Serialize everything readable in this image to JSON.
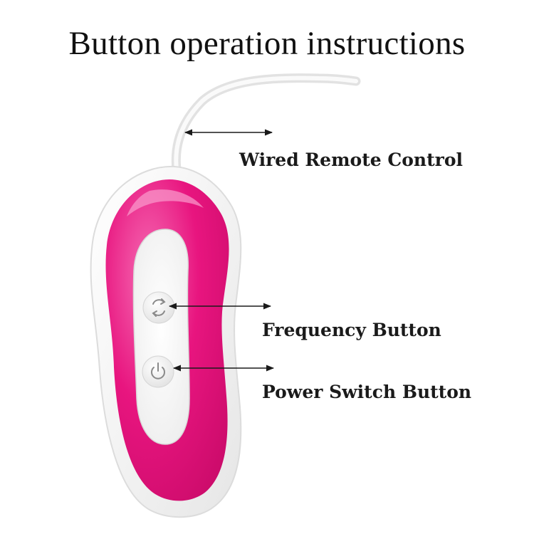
{
  "title": "Button operation instructions",
  "callouts": {
    "wired_remote": "Wired Remote Control",
    "frequency_button": "Frequency Button",
    "power_switch_button": "Power Switch Button"
  },
  "colors": {
    "body_pink": "#e8157f",
    "pink_highlight": "#f56bb3",
    "shell_white": "#f3f3f3",
    "cable_white": "#e9e9e9",
    "arrow": "#1a1a1a"
  },
  "icons": {
    "frequency": "cycle-arrows-icon",
    "power": "power-icon"
  }
}
